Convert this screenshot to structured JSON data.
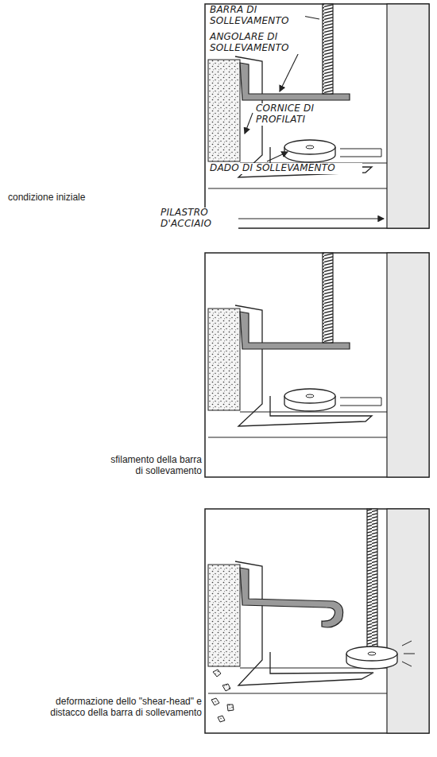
{
  "diagram": {
    "labels": [
      "BARRA DI SOLLEVAMENTO",
      "ANGOLARE DI SOLLEVAMENTO",
      "CORNICE DI PROFILATI",
      "DADO DI SOLLEVAMENTO",
      "PILASTRO D'ACCIAIO",
      "condizione iniziale",
      "sfilamento della barra di sollevamento",
      "deformazione dello \"shear-head\" e distacco della barra di sollevamento"
    ]
  }
}
